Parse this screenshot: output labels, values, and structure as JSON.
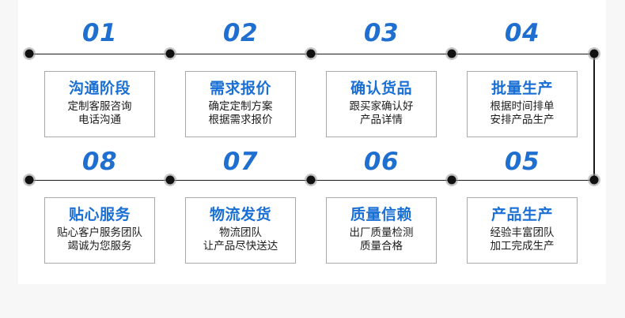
{
  "diagram": {
    "type": "process-flow",
    "accent_color": "#1f6fd0",
    "title_color": "#1a6fd4",
    "card_border_color": "#a9a9a9",
    "rail_color": "#1a1a1a",
    "panel_bg": "#ffffff",
    "page_bg": "#f7f7f7",
    "rows": [
      {
        "row_name": "top-row",
        "direction": "left-to-right",
        "steps": [
          {
            "number": "01",
            "title": "沟通阶段",
            "lines": [
              "定制客服咨询",
              "电话沟通"
            ]
          },
          {
            "number": "02",
            "title": "需求报价",
            "lines": [
              "确定定制方案",
              "根据需求报价"
            ]
          },
          {
            "number": "03",
            "title": "确认货品",
            "lines": [
              "跟买家确认好",
              "产品详情"
            ]
          },
          {
            "number": "04",
            "title": "批量生产",
            "lines": [
              "根据时间排单",
              "安排产品生产"
            ]
          }
        ]
      },
      {
        "row_name": "bottom-row",
        "direction": "right-to-left",
        "steps": [
          {
            "number": "08",
            "title": "贴心服务",
            "lines": [
              "贴心客户服务团队",
              "竭诚为您服务"
            ]
          },
          {
            "number": "07",
            "title": "物流发货",
            "lines": [
              "物流团队",
              "让产品尽快送达"
            ]
          },
          {
            "number": "06",
            "title": "质量信赖",
            "lines": [
              "出厂质量检测",
              "质量合格"
            ]
          },
          {
            "number": "05",
            "title": "产品生产",
            "lines": [
              "经验丰富团队",
              "加工完成生产"
            ]
          }
        ]
      }
    ]
  }
}
